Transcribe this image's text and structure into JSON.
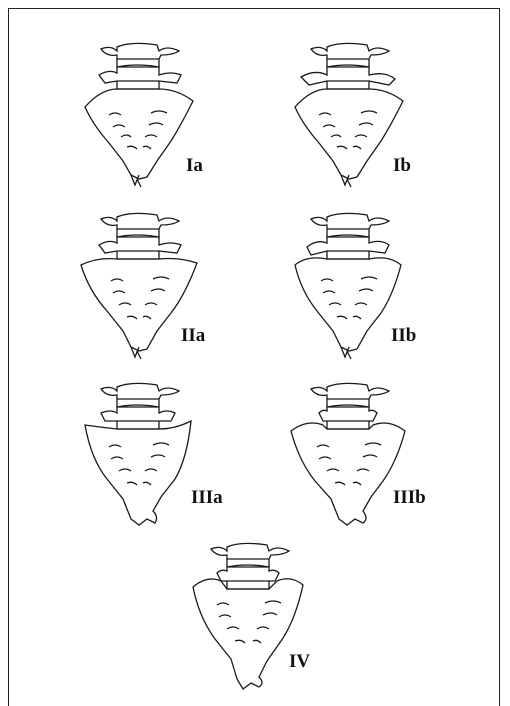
{
  "figure": {
    "panels": [
      {
        "label": "Ia"
      },
      {
        "label": "Ib"
      },
      {
        "label": "IIa"
      },
      {
        "label": "IIb"
      },
      {
        "label": "IIIa"
      },
      {
        "label": "IIIb"
      },
      {
        "label": "IV"
      }
    ]
  },
  "colors": {
    "stroke": "#1a1a1a",
    "background": "#ffffff"
  }
}
